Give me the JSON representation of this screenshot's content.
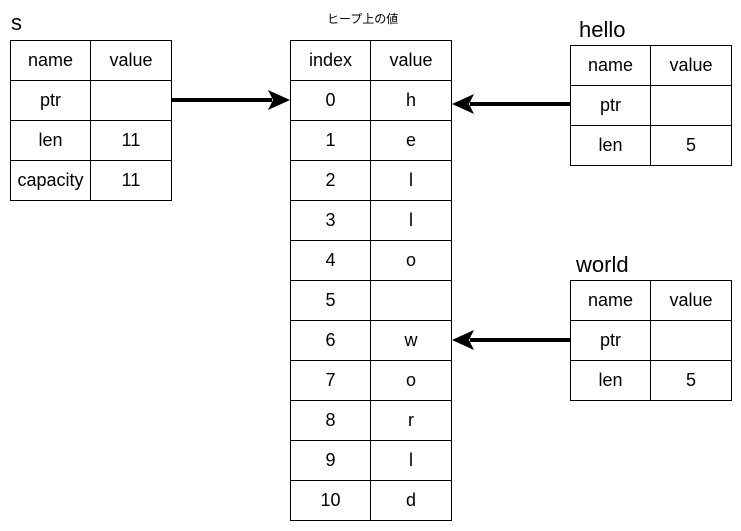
{
  "s": {
    "label": "s",
    "headers": {
      "name": "name",
      "value": "value"
    },
    "rows": [
      {
        "name": "ptr",
        "value": ""
      },
      {
        "name": "len",
        "value": "11"
      },
      {
        "name": "capacity",
        "value": "11"
      }
    ]
  },
  "heap": {
    "title": "ヒープ上の値",
    "headers": {
      "index": "index",
      "value": "value"
    },
    "rows": [
      {
        "index": "0",
        "value": "h"
      },
      {
        "index": "1",
        "value": "e"
      },
      {
        "index": "2",
        "value": "l"
      },
      {
        "index": "3",
        "value": "l"
      },
      {
        "index": "4",
        "value": "o"
      },
      {
        "index": "5",
        "value": ""
      },
      {
        "index": "6",
        "value": "w"
      },
      {
        "index": "7",
        "value": "o"
      },
      {
        "index": "8",
        "value": "r"
      },
      {
        "index": "9",
        "value": "l"
      },
      {
        "index": "10",
        "value": "d"
      }
    ]
  },
  "hello": {
    "label": "hello",
    "headers": {
      "name": "name",
      "value": "value"
    },
    "rows": [
      {
        "name": "ptr",
        "value": ""
      },
      {
        "name": "len",
        "value": "5"
      }
    ]
  },
  "world": {
    "label": "world",
    "headers": {
      "name": "name",
      "value": "value"
    },
    "rows": [
      {
        "name": "ptr",
        "value": ""
      },
      {
        "name": "len",
        "value": "5"
      }
    ]
  }
}
